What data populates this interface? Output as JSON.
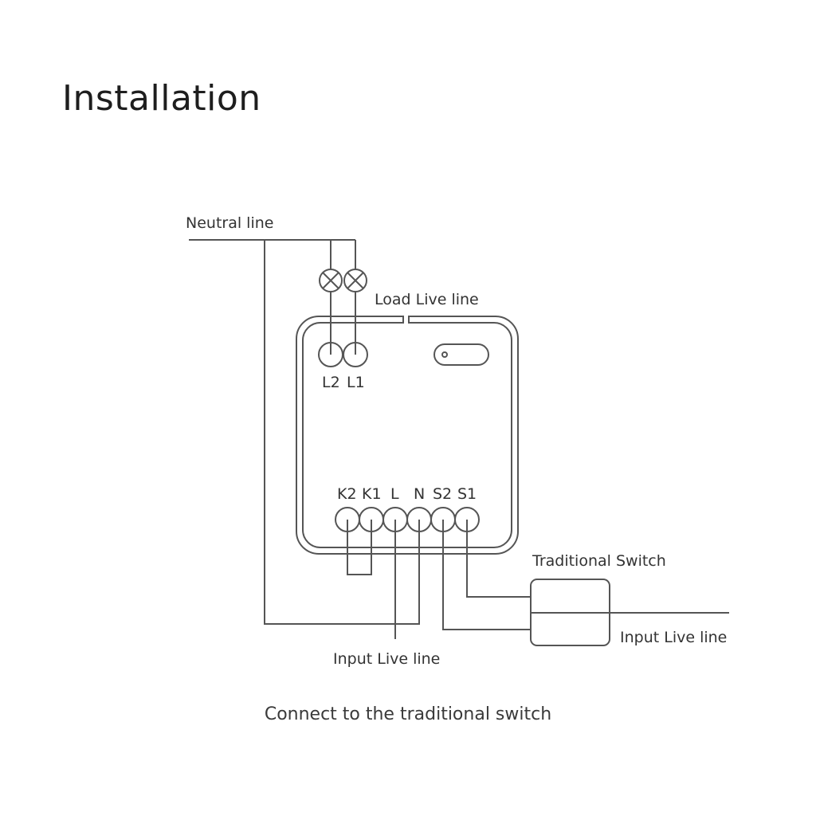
{
  "title": "Installation",
  "caption": "Connect to the traditional switch",
  "labels": {
    "neutral_line": "Neutral line",
    "load_live_line": "Load Live line",
    "traditional_switch": "Traditional Switch",
    "input_live_line_right": "Input Live line",
    "input_live_line_bottom": "Input Live line"
  },
  "top_terminals": [
    "L2",
    "L1"
  ],
  "bottom_terminals": [
    "K2",
    "K1",
    "L",
    "N",
    "S2",
    "S1"
  ],
  "colors": {
    "line": "#555555",
    "text": "#333333",
    "background": "#ffffff"
  }
}
